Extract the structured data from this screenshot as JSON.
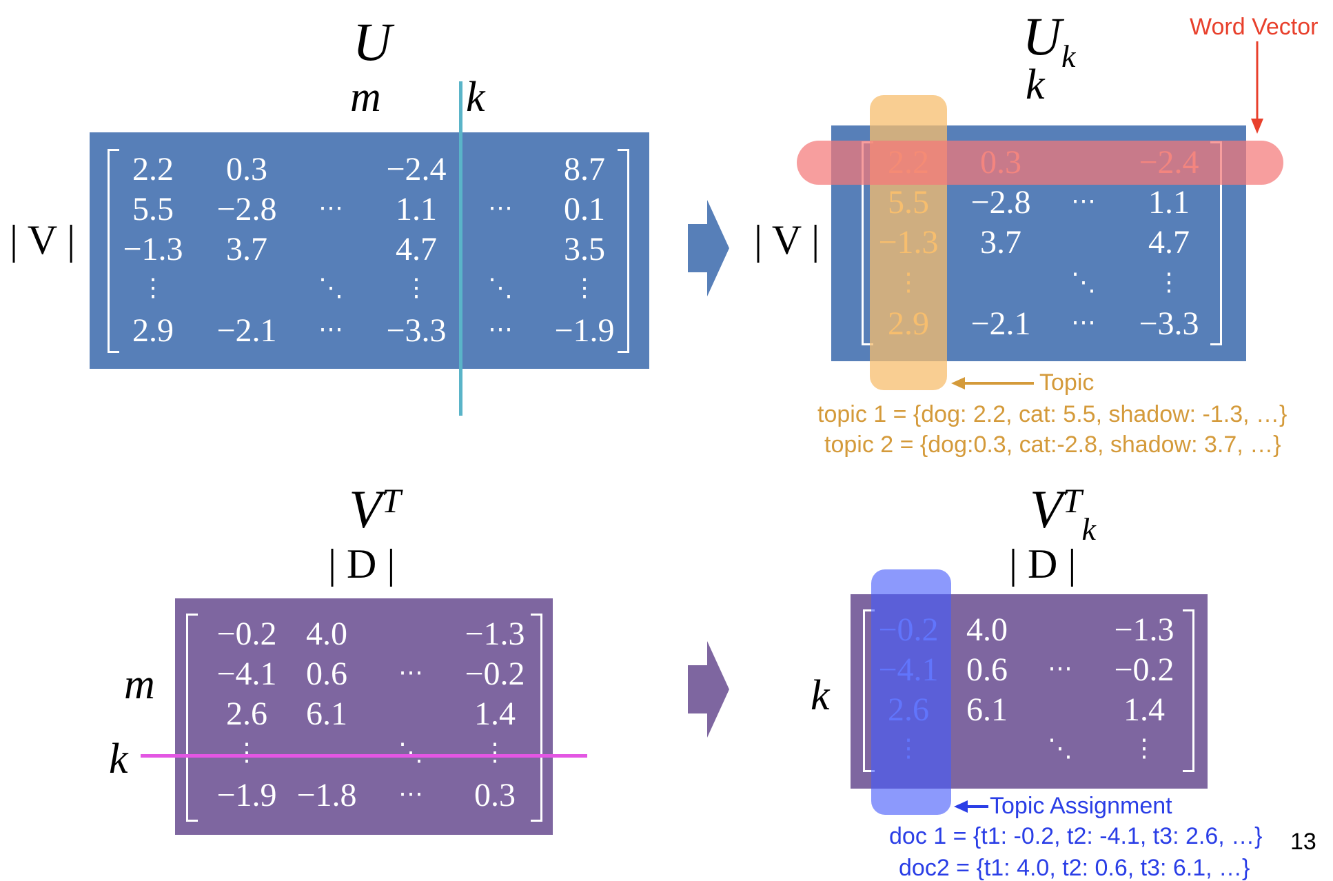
{
  "u": {
    "title": "U",
    "dim_cols": "m",
    "dim_cut": "k",
    "dim_rows": "| V |",
    "rows": [
      [
        "2.2",
        "0.3",
        "",
        "−2.4",
        "",
        "8.7"
      ],
      [
        "5.5",
        "−2.8",
        "⋯",
        "1.1",
        "⋯",
        "0.1"
      ],
      [
        "−1.3",
        "3.7",
        "",
        "4.7",
        "",
        "3.5"
      ],
      [
        "⋮",
        "",
        "⋱",
        "⋮",
        "⋱",
        "⋮"
      ],
      [
        "2.9",
        "−2.1",
        "⋯",
        "−3.3",
        "⋯",
        "−1.9"
      ]
    ]
  },
  "uk": {
    "title": "U",
    "title_sub": "k",
    "dim_cols": "k",
    "dim_rows": "| V |",
    "rows": [
      [
        "2.2",
        "0.3",
        "",
        "−2.4"
      ],
      [
        "5.5",
        "−2.8",
        "⋯",
        "1.1"
      ],
      [
        "−1.3",
        "3.7",
        "",
        "4.7"
      ],
      [
        "⋮",
        "",
        "⋱",
        "⋮"
      ],
      [
        "2.9",
        "−2.1",
        "⋯",
        "−3.3"
      ]
    ],
    "word_vector_label": "Word Vector",
    "topic_label": "Topic",
    "topic_lines": [
      "topic 1 = {dog: 2.2, cat: 5.5, shadow: -1.3, …}",
      "topic 2 = {dog:0.3, cat:-2.8, shadow: 3.7, …}"
    ]
  },
  "vt": {
    "title": "V",
    "title_sup": "T",
    "dim_cols": "| D |",
    "dim_rows": "m",
    "dim_cut": "k",
    "rows": [
      [
        "−0.2",
        "4.0",
        "",
        "−1.3"
      ],
      [
        "−4.1",
        "0.6",
        "⋯",
        "−0.2"
      ],
      [
        "2.6",
        "6.1",
        "",
        "1.4"
      ],
      [
        "⋮",
        "",
        "⋱",
        "⋮"
      ],
      [
        "−1.9",
        "−1.8",
        "⋯",
        "0.3"
      ]
    ]
  },
  "vtk": {
    "title": "V",
    "title_sup": "T",
    "title_sub": "k",
    "dim_cols": "| D |",
    "dim_rows": "k",
    "rows": [
      [
        "−0.2",
        "4.0",
        "",
        "−1.3"
      ],
      [
        "−4.1",
        "0.6",
        "⋯",
        "−0.2"
      ],
      [
        "2.6",
        "6.1",
        "",
        "1.4"
      ],
      [
        "⋮",
        "",
        "⋱",
        "⋮"
      ]
    ],
    "topic_assignment_label": "Topic Assignment",
    "doc_lines": [
      "doc 1 = {t1: -0.2, t2: -4.1, t3: 2.6, …}",
      "doc2 = {t1: 4.0, t2: 0.6, t3: 6.1, …}"
    ]
  },
  "page_number": "13",
  "colors": {
    "blue_box": "#577fb8",
    "purple_box": "#7e66a0",
    "topic_orange": "#d49a3a",
    "word_vector_red": "#e8402c",
    "topic_assignment_blue": "#2a3ee6",
    "cut_line_teal": "#5ab4c8",
    "cut_line_magenta": "#e356e3"
  }
}
